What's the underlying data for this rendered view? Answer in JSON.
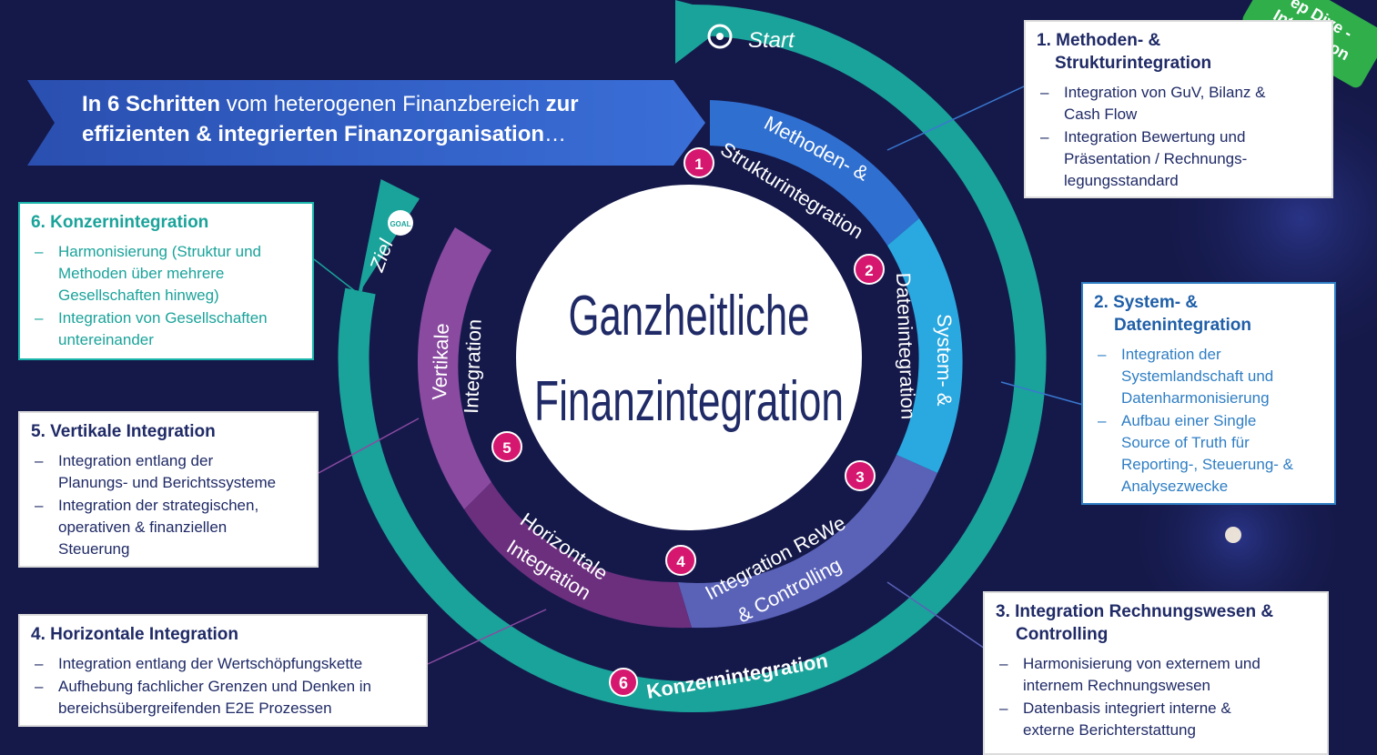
{
  "banner": {
    "line1_bold": "In 6 Schritten",
    "line1_regular": " vom heterogenen Finanzbereich ",
    "line1_bold2": "zur",
    "line2_bold": "effizienten & integrierten Finanzorganisation",
    "line2_suffix": "…"
  },
  "center": {
    "line1": "Ganzheitliche",
    "line2": "Finanzintegration"
  },
  "ring": {
    "start_label": "Start",
    "goal_label": "Ziel",
    "goal_icon_text": "GOAL",
    "step6_number": "6",
    "step6_label": "Konzernintegration"
  },
  "segments": [
    {
      "number": "1",
      "line1": "Methoden- &",
      "line2": "Strukturintegration",
      "color": "#2f6fd0"
    },
    {
      "number": "2",
      "line1": "System- &",
      "line2": "Datenintegration",
      "color": "#2aa8e0"
    },
    {
      "number": "3",
      "line1": "Integration ReWe",
      "line2": "& Controlling",
      "color": "#5a62b8"
    },
    {
      "number": "4",
      "line1": "Horizontale",
      "line2": "Integration",
      "color": "#7a3c8c"
    },
    {
      "number": "5",
      "line1": "Vertikale",
      "line2": "Integration",
      "color": "#8a4aa0"
    }
  ],
  "badge": {
    "line1": "ep Dive -",
    "line2": "Integration",
    "color": "#2fae4a"
  },
  "cards": {
    "c1": {
      "title_line1": "1. Methoden- &",
      "title_line2": "Strukturintegration",
      "items": [
        [
          "Integration von GuV, Bilanz &",
          "Cash Flow"
        ],
        [
          "Integration Bewertung und",
          "Präsentation / Rechnungs-",
          "legungsstandard"
        ]
      ]
    },
    "c2": {
      "title_line1": "2. System- &",
      "title_line2": "Datenintegration",
      "items": [
        [
          "Integration der",
          "Systemlandschaft und",
          "Datenharmonisierung"
        ],
        [
          "Aufbau einer Single",
          "Source of Truth für",
          "Reporting-, Steuerung- &",
          "Analysezwecke"
        ]
      ]
    },
    "c3": {
      "title_line1": "3. Integration Rechnungswesen &",
      "title_line2": "Controlling",
      "items": [
        [
          "Harmonisierung von externem und",
          "internem Rechnungswesen"
        ],
        [
          "Datenbasis integriert interne &",
          "externe Berichterstattung"
        ]
      ]
    },
    "c4": {
      "title_line1": "4. Horizontale Integration",
      "items": [
        [
          "Integration entlang der Wertschöpfungskette"
        ],
        [
          "Aufhebung fachlicher Grenzen und Denken in",
          "bereichsübergreifenden E2E Prozessen"
        ]
      ]
    },
    "c5": {
      "title_line1": "5. Vertikale Integration",
      "items": [
        [
          "Integration entlang der",
          "Planungs- und Berichtssysteme"
        ],
        [
          "Integration der strategischen,",
          "operativen & finanziellen",
          "Steuerung"
        ]
      ]
    },
    "c6": {
      "title_line1": "6. Konzernintegration",
      "items": [
        [
          "Harmonisierung (Struktur und",
          "Methoden über mehrere",
          "Gesellschaften hinweg)"
        ],
        [
          "Integration von Gesellschaften",
          "untereinander"
        ]
      ]
    }
  },
  "colors": {
    "background": "#15194a",
    "teal": "#1ab5aa",
    "number_badge": "#d6176f"
  }
}
